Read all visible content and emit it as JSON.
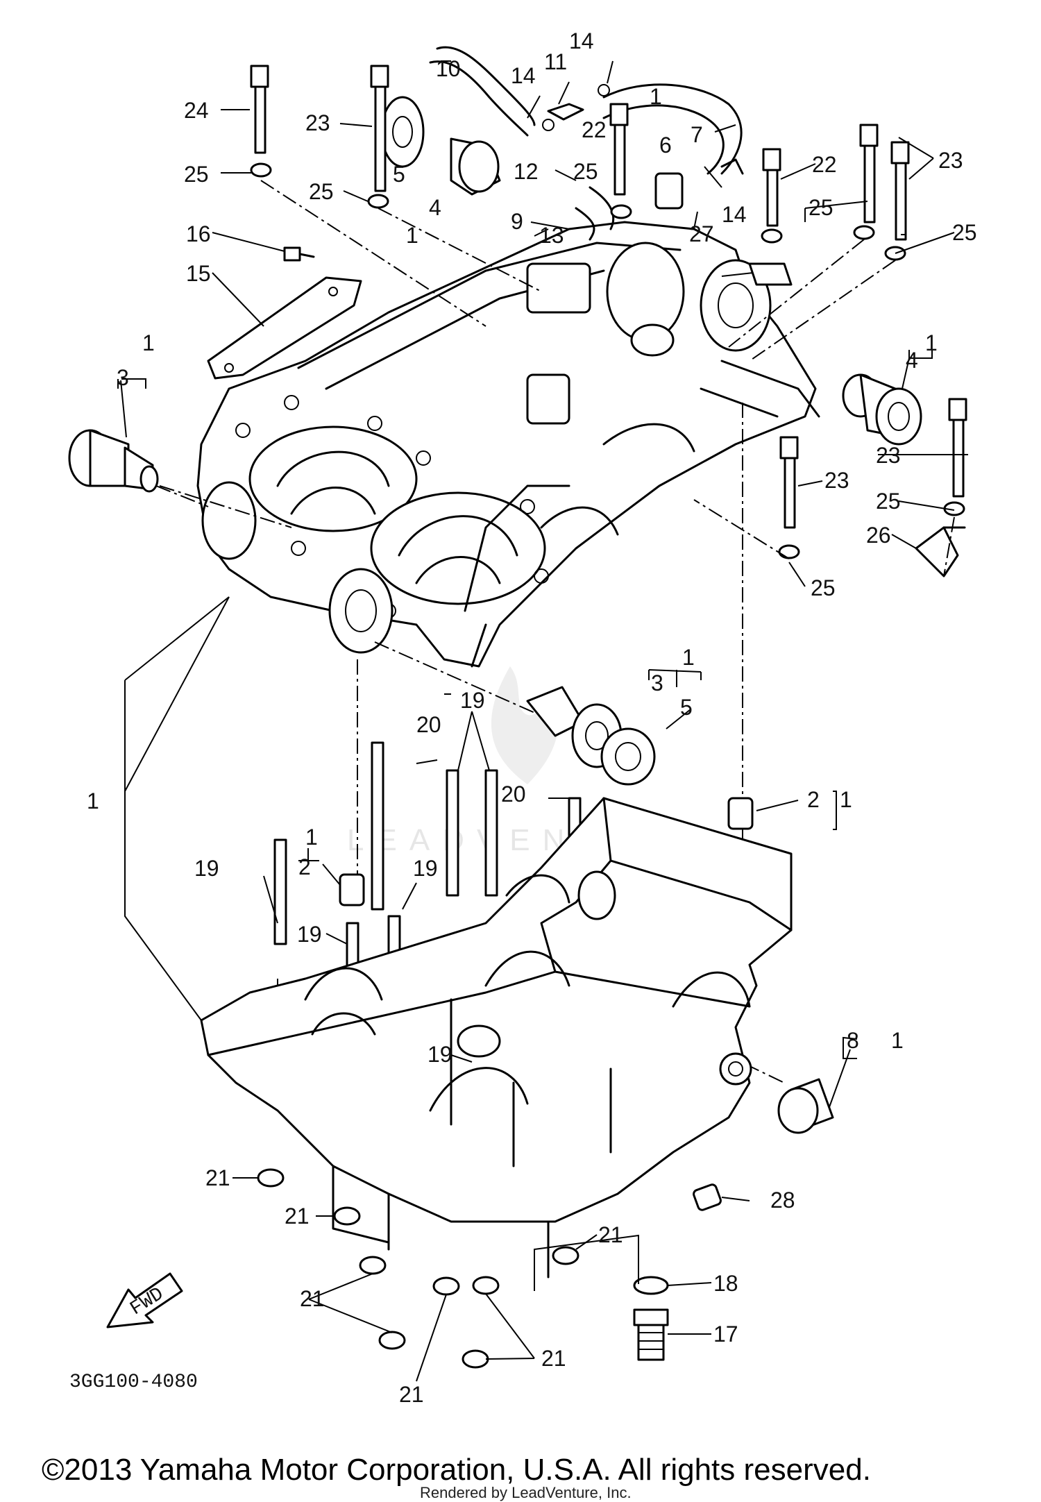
{
  "diagram": {
    "callouts": [
      {
        "id": "c1",
        "label": "1"
      },
      {
        "id": "c2",
        "label": "2"
      },
      {
        "id": "c3",
        "label": "3"
      },
      {
        "id": "c4",
        "label": "4"
      },
      {
        "id": "c5",
        "label": "5"
      },
      {
        "id": "c6",
        "label": "6"
      },
      {
        "id": "c7",
        "label": "7"
      },
      {
        "id": "c8",
        "label": "8"
      },
      {
        "id": "c9",
        "label": "9"
      },
      {
        "id": "c10",
        "label": "10"
      },
      {
        "id": "c11",
        "label": "11"
      },
      {
        "id": "c12",
        "label": "12"
      },
      {
        "id": "c13",
        "label": "13"
      },
      {
        "id": "c14",
        "label": "14"
      },
      {
        "id": "c15",
        "label": "15"
      },
      {
        "id": "c16",
        "label": "16"
      },
      {
        "id": "c17",
        "label": "17"
      },
      {
        "id": "c18",
        "label": "18"
      },
      {
        "id": "c19",
        "label": "19"
      },
      {
        "id": "c20",
        "label": "20"
      },
      {
        "id": "c21",
        "label": "21"
      },
      {
        "id": "c22",
        "label": "22"
      },
      {
        "id": "c23",
        "label": "23"
      },
      {
        "id": "c24",
        "label": "24"
      },
      {
        "id": "c25",
        "label": "25"
      },
      {
        "id": "c26",
        "label": "26"
      },
      {
        "id": "c27",
        "label": "27"
      },
      {
        "id": "c28",
        "label": "28"
      }
    ],
    "fwd_label": "FWD",
    "drawing_code": "3GG100-4080",
    "copyright": "©2013 Yamaha Motor Corporation, U.S.A. All rights reserved.",
    "render_credit": "Rendered by LeadVenture, Inc.",
    "watermark": "LEADVENTURE"
  }
}
